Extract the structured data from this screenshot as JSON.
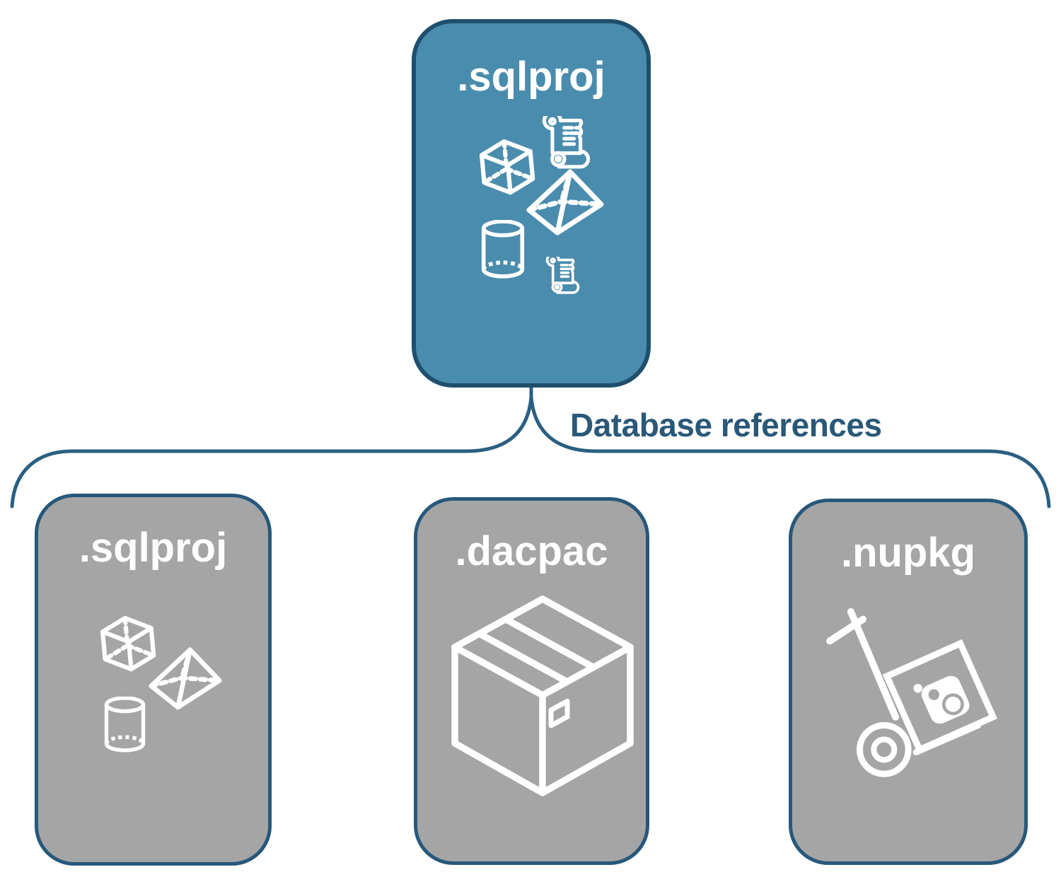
{
  "connector": {
    "label": "Database references"
  },
  "nodes": {
    "root": {
      "label": ".sqlproj",
      "icons": [
        "scroll-icon",
        "cube-icon",
        "pyramid-icon",
        "cylinder-icon",
        "scroll-icon"
      ]
    },
    "children": [
      {
        "label": ".sqlproj",
        "icons": [
          "cube-icon",
          "pyramid-icon",
          "cylinder-icon"
        ]
      },
      {
        "label": ".dacpac",
        "icons": [
          "package-box-icon"
        ]
      },
      {
        "label": ".nupkg",
        "icons": [
          "hand-truck-nuget-icon"
        ]
      }
    ]
  },
  "colors": {
    "root_node_fill": "#4a8cad",
    "root_node_border": "#1f4f6d",
    "child_node_fill": "#a5a5a5",
    "child_node_border": "#27587c",
    "connector_line": "#2a5f82",
    "connector_text": "#2a5878",
    "node_label_text": "#ffffff",
    "icon_stroke": "#ffffff",
    "background": "#ffffff"
  }
}
